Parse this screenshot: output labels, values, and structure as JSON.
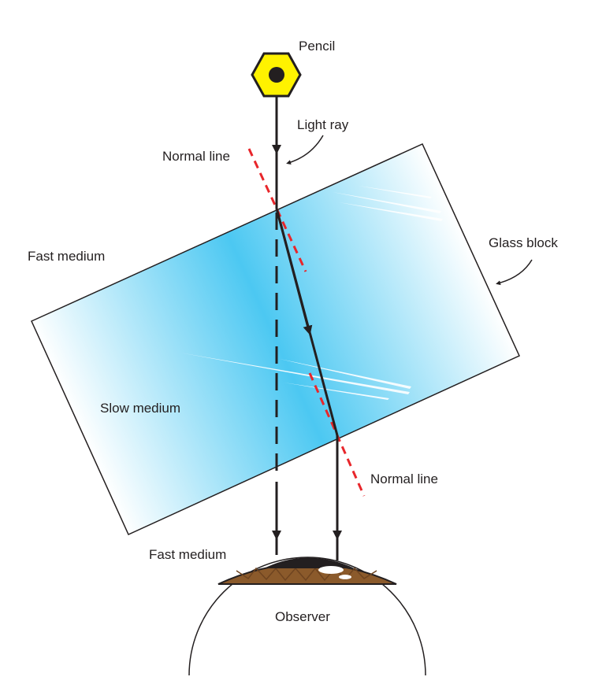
{
  "labels": {
    "pencil": "Pencil",
    "light_ray": "Light ray",
    "normal_line_top": "Normal line",
    "normal_line_bottom": "Normal line",
    "glass_block": "Glass block",
    "fast_medium_top": "Fast medium",
    "slow_medium": "Slow medium",
    "fast_medium_bottom": "Fast medium",
    "observer": "Observer"
  },
  "colors": {
    "glass_center": "#4cc8f2",
    "glass_edge": "#ffffff",
    "normal_line": "#e8262b",
    "pencil": "#fff200",
    "iris": "#8b5a2b",
    "ray": "#231f20"
  }
}
